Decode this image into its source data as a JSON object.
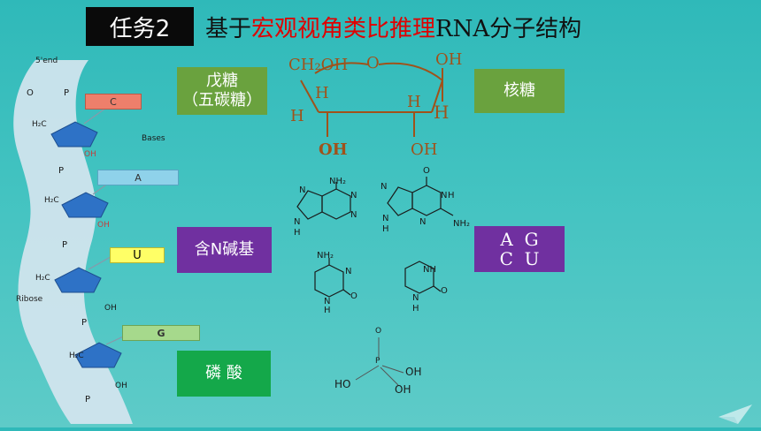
{
  "title": {
    "badge": "任务2",
    "part1": "基于",
    "part2_red": "宏观视角类比推理",
    "part3": "RNA分子结构"
  },
  "labels": {
    "pentose_line1": "戊糖",
    "pentose_line2": "（五碳糖）",
    "ribose": "核糖",
    "nitrogen_base": "含N碱基",
    "bases_row1": "A  G",
    "bases_row2": "C  U",
    "phosphate": "磷 酸"
  },
  "ribose_structure": {
    "ch2oh": "CH₂OH",
    "ring_o": "O",
    "oh_top_right": "OH",
    "h_left_1": "H",
    "h_left_2": "H",
    "h_right_1": "H",
    "h_right_2": "H",
    "oh_bottom_left": "OH",
    "oh_bottom_right": "OH"
  },
  "bases_structures": {
    "adenine_nh2": "NH₂",
    "adenine_n1": "N",
    "adenine_n2": "N",
    "adenine_n3": "N",
    "adenine_n4": "N",
    "adenine_h": "H",
    "guanine_o": "O",
    "guanine_n1": "N",
    "guanine_n2": "N",
    "guanine_n3": "N",
    "guanine_n4": "N",
    "guanine_h1": "H",
    "guanine_h2": "H",
    "guanine_nh2": "NH₂",
    "cytosine_nh2": "NH₂",
    "cytosine_n1": "N",
    "cytosine_n2": "N",
    "cytosine_o": "O",
    "cytosine_h": "H",
    "uracil_nh": "NH",
    "uracil_n": "N",
    "uracil_o": "O",
    "uracil_h": "H"
  },
  "phosphate_structure": {
    "o_top": "O",
    "p": "P",
    "oh_1": "OH",
    "ho": "HO",
    "oh_2": "OH"
  },
  "strand": {
    "end_label": "5'end",
    "base_c": "C",
    "base_a": "A",
    "base_u": "U",
    "base_g": "G",
    "bases_label": "Bases",
    "ribose_label": "Ribose",
    "h2c_1": "H₂C",
    "h2c_2": "H₂C",
    "h2c_3": "H₂C",
    "h2c_4": "H₂C",
    "oh_1": "OH",
    "oh_2": "OH",
    "oh_3": "OH",
    "oh_4": "OH",
    "p_1": "P",
    "p_2": "P",
    "p_3": "P",
    "p_4": "P",
    "p_5": "P",
    "o_label": "O"
  },
  "colors": {
    "background": "#43c3c1",
    "title_red": "#e00000",
    "green_box": "#6aa23e",
    "purple_box": "#7030a0",
    "emerald_box": "#14a84a",
    "ribose_brown": "#a0521a",
    "strand_c": "#ee7f6b",
    "strand_a": "#8fd2ea",
    "strand_u": "#ffff66",
    "strand_g": "#a6d98c",
    "sugar_blue": "#2e72c6"
  },
  "icons": {
    "corner": "paper-plane-icon"
  }
}
